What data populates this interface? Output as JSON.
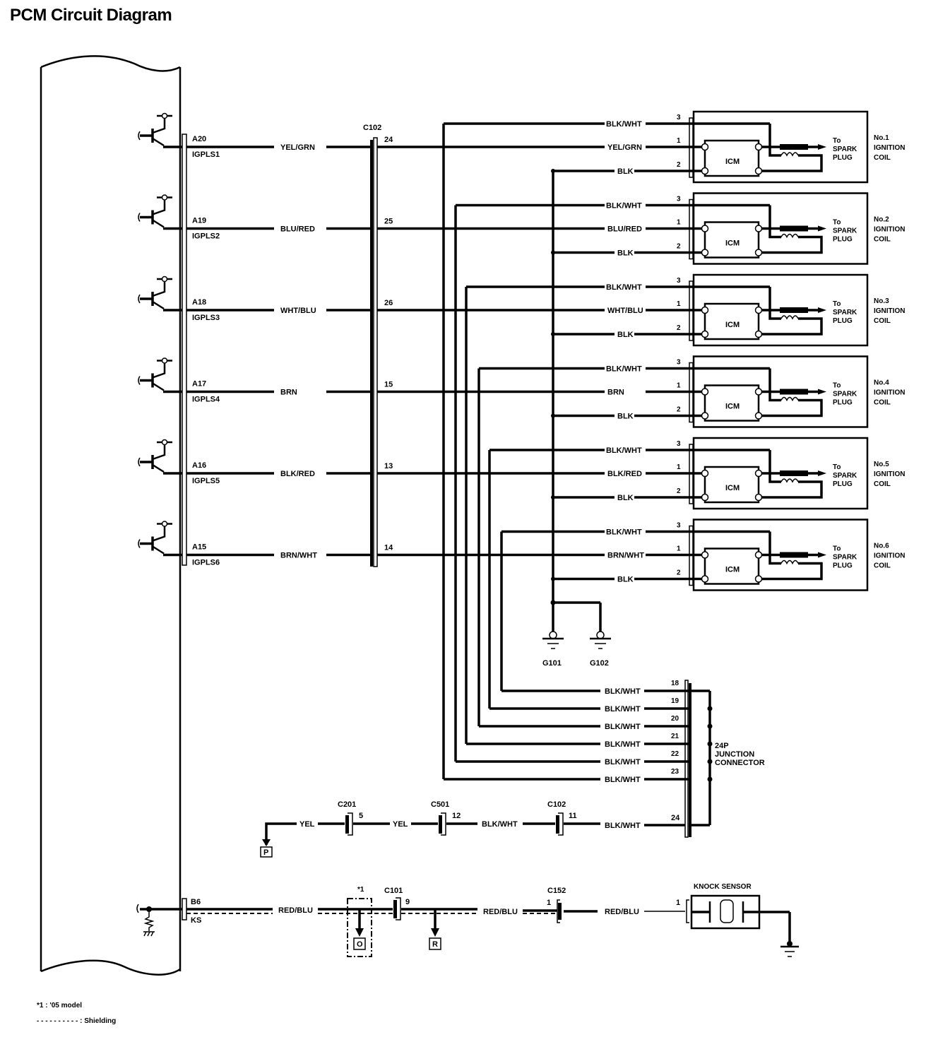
{
  "title": "PCM Circuit Diagram",
  "pcm": {
    "drivers": [
      {
        "terminal": "A20",
        "signal": "IGPLS1",
        "wire": "YEL/GRN",
        "c102_pin": "24"
      },
      {
        "terminal": "A19",
        "signal": "IGPLS2",
        "wire": "BLU/RED",
        "c102_pin": "25"
      },
      {
        "terminal": "A18",
        "signal": "IGPLS3",
        "wire": "WHT/BLU",
        "c102_pin": "26"
      },
      {
        "terminal": "A17",
        "signal": "IGPLS4",
        "wire": "BRN",
        "c102_pin": "15"
      },
      {
        "terminal": "A16",
        "signal": "IGPLS5",
        "wire": "BLK/RED",
        "c102_pin": "13"
      },
      {
        "terminal": "A15",
        "signal": "IGPLS6",
        "wire": "BRN/WHT",
        "c102_pin": "14"
      }
    ],
    "ks": {
      "terminal": "B6",
      "signal": "KS",
      "wire": "RED/BLU"
    }
  },
  "c102_label": "C102",
  "coils": [
    {
      "name": "No.1",
      "label2": "IGNITION",
      "label3": "COIL",
      "power_wire": "BLK/WHT",
      "signal_wire": "YEL/GRN",
      "ground_wire": "BLK",
      "pins": [
        "3",
        "1",
        "2"
      ],
      "module": "ICM",
      "to": [
        "To",
        "SPARK",
        "PLUG"
      ]
    },
    {
      "name": "No.2",
      "label2": "IGNITION",
      "label3": "COIL",
      "power_wire": "BLK/WHT",
      "signal_wire": "BLU/RED",
      "ground_wire": "BLK",
      "pins": [
        "3",
        "1",
        "2"
      ],
      "module": "ICM",
      "to": [
        "To",
        "SPARK",
        "PLUG"
      ]
    },
    {
      "name": "No.3",
      "label2": "IGNITION",
      "label3": "COIL",
      "power_wire": "BLK/WHT",
      "signal_wire": "WHT/BLU",
      "ground_wire": "BLK",
      "pins": [
        "3",
        "1",
        "2"
      ],
      "module": "ICM",
      "to": [
        "To",
        "SPARK",
        "PLUG"
      ]
    },
    {
      "name": "No.4",
      "label2": "IGNITION",
      "label3": "COIL",
      "power_wire": "BLK/WHT",
      "signal_wire": "BRN",
      "ground_wire": "BLK",
      "pins": [
        "3",
        "1",
        "2"
      ],
      "module": "ICM",
      "to": [
        "To",
        "SPARK",
        "PLUG"
      ]
    },
    {
      "name": "No.5",
      "label2": "IGNITION",
      "label3": "COIL",
      "power_wire": "BLK/WHT",
      "signal_wire": "BLK/RED",
      "ground_wire": "BLK",
      "pins": [
        "3",
        "1",
        "2"
      ],
      "module": "ICM",
      "to": [
        "To",
        "SPARK",
        "PLUG"
      ]
    },
    {
      "name": "No.6",
      "label2": "IGNITION",
      "label3": "COIL",
      "power_wire": "BLK/WHT",
      "signal_wire": "BRN/WHT",
      "ground_wire": "BLK",
      "pins": [
        "3",
        "1",
        "2"
      ],
      "module": "ICM",
      "to": [
        "To",
        "SPARK",
        "PLUG"
      ]
    }
  ],
  "grounds": [
    "G101",
    "G102"
  ],
  "junction": {
    "label": [
      "24P",
      "JUNCTION",
      "CONNECTOR"
    ],
    "rows": [
      {
        "pin": "18",
        "wire": "BLK/WHT"
      },
      {
        "pin": "19",
        "wire": "BLK/WHT"
      },
      {
        "pin": "20",
        "wire": "BLK/WHT"
      },
      {
        "pin": "21",
        "wire": "BLK/WHT"
      },
      {
        "pin": "22",
        "wire": "BLK/WHT"
      },
      {
        "pin": "23",
        "wire": "BLK/WHT"
      }
    ],
    "feed": {
      "pin": "24",
      "wire": "BLK/WHT"
    }
  },
  "feed_chain": {
    "ref": "P",
    "segments": [
      {
        "wire": "YEL",
        "connector": "C201",
        "pin": "5"
      },
      {
        "wire": "YEL",
        "connector": "C501",
        "pin": "12"
      },
      {
        "wire": "BLK/WHT",
        "connector": "C102",
        "pin": "11"
      }
    ]
  },
  "knock": {
    "note_ref": "*1",
    "ref_o": "O",
    "ref_r": "R",
    "c101": {
      "name": "C101",
      "pin": "9"
    },
    "wire2": "RED/BLU",
    "c152": {
      "name": "C152",
      "pin": "1"
    },
    "wire3": "RED/BLU",
    "sensor": {
      "name": "KNOCK SENSOR",
      "pin": "1"
    }
  },
  "legend": {
    "note": "*1 : '05 model",
    "dash": "- - - - - - - - - -",
    "shield": ": Shielding"
  }
}
